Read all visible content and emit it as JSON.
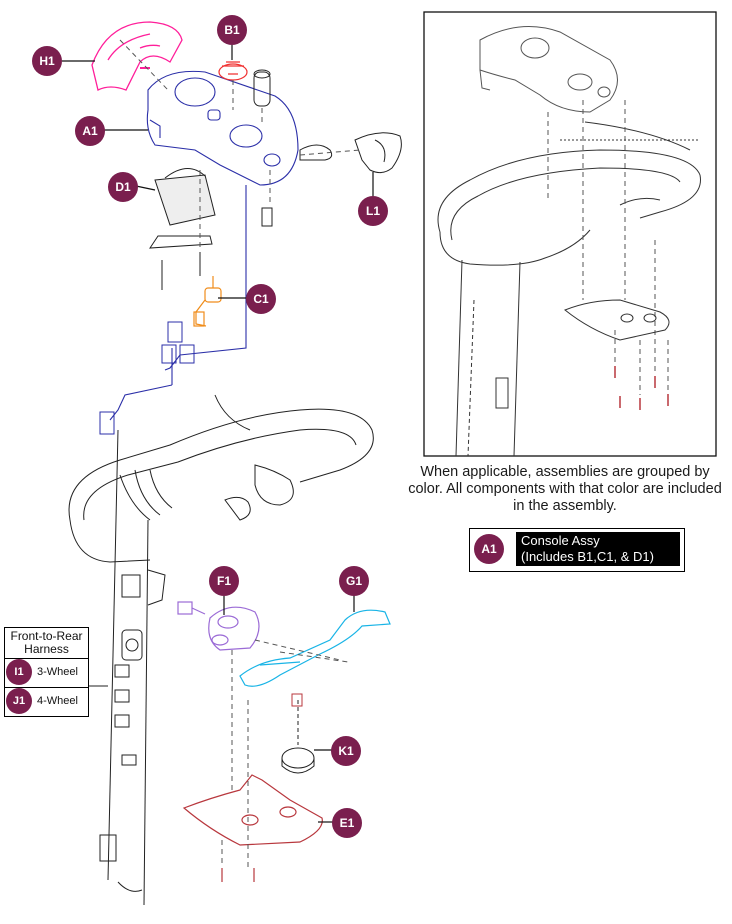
{
  "colors": {
    "callout_bg": "#7a1f4e",
    "console_blue": "#2b2fa8",
    "pink": "#ff1f9a",
    "orange": "#f08c1a",
    "purple": "#9b6bd6",
    "cyan": "#19b4e6",
    "red": "#b8373d",
    "line": "#222222"
  },
  "callouts": {
    "h1": "H1",
    "b1": "B1",
    "a1": "A1",
    "d1": "D1",
    "c1": "C1",
    "l1": "L1",
    "f1": "F1",
    "g1": "G1",
    "k1": "K1",
    "e1": "E1"
  },
  "note": "When applicable, assemblies are grouped by color. All components with that color are included in the assembly.",
  "legend": {
    "code": "A1",
    "line1": "Console Assy",
    "line2": "(Includes B1,C1, & D1)"
  },
  "harness": {
    "title_line1": "Front-to-Rear",
    "title_line2": "Harness",
    "rows": [
      {
        "code": "I1",
        "label": "3-Wheel"
      },
      {
        "code": "J1",
        "label": "4-Wheel"
      }
    ]
  }
}
